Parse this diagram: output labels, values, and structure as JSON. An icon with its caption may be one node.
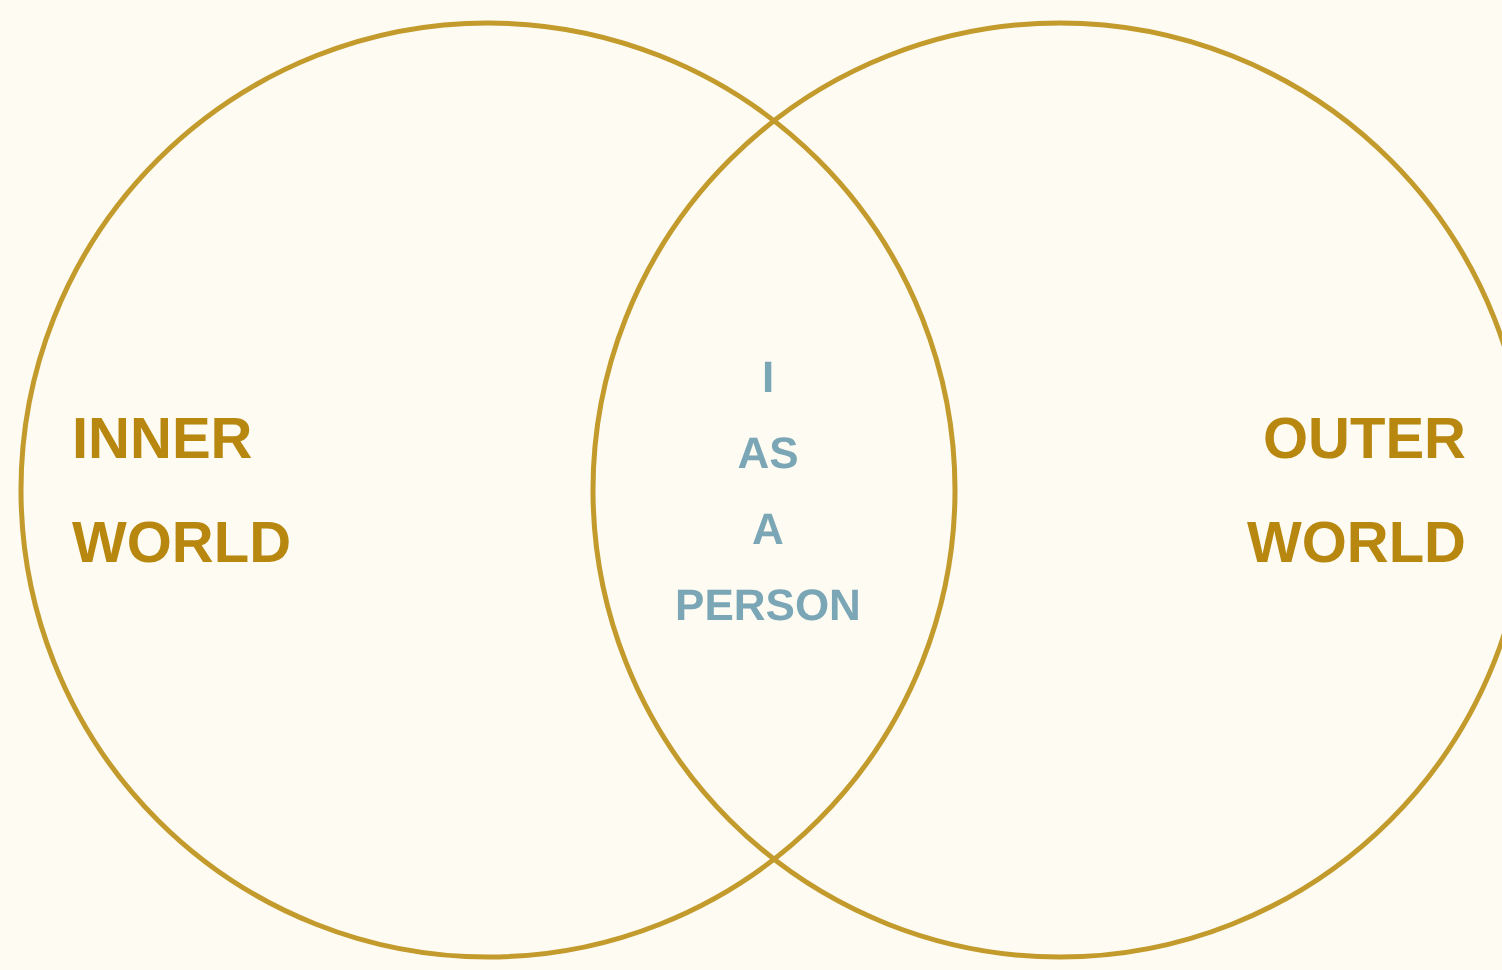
{
  "diagram": {
    "nodes": [
      {
        "text": [
          "INNER WORLD"
        ]
      },
      {
        "text": [
          "OUTER WORLD"
        ]
      }
    ],
    "labels": [
      "I AS A PERSON"
    ]
  }
}
